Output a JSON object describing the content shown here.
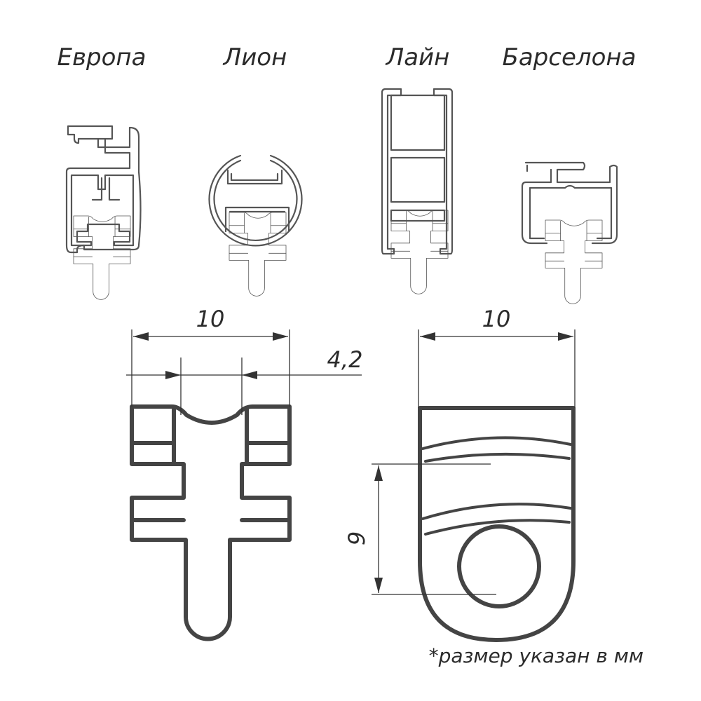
{
  "profiles": [
    {
      "label": "Европа"
    },
    {
      "label": "Лион"
    },
    {
      "label": "Лайн"
    },
    {
      "label": "Барселона"
    }
  ],
  "dimensions": {
    "left_width": "10",
    "left_neck": "4,2",
    "right_width": "10",
    "right_height": "9"
  },
  "footnote": "*размер указан в мм",
  "colors": {
    "stroke": "#444444",
    "text": "#2b2b2b"
  }
}
